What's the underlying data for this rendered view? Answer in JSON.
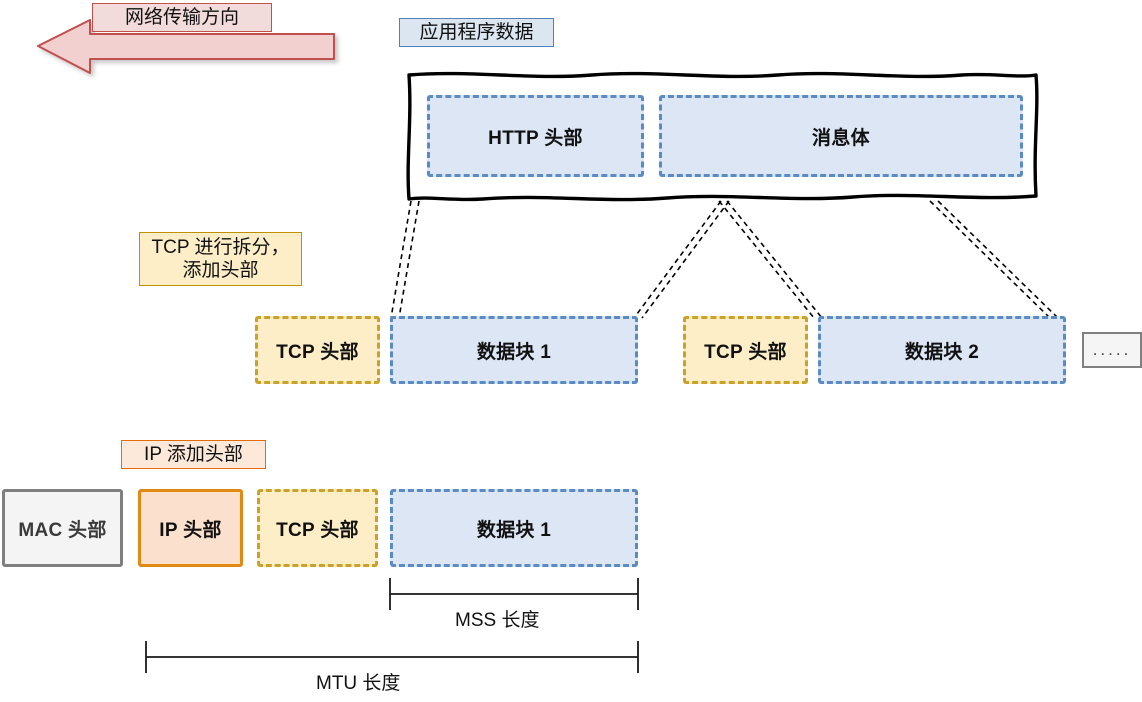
{
  "diagram": {
    "title_hidden": "TCP/IP 数据封装示意图",
    "direction_arrow": {
      "label": "网络传输方向",
      "color": "#f2dcdb",
      "border_color": "#c0504d",
      "points_to": "left"
    },
    "labels": {
      "app_data": "应用程序数据",
      "tcp_split": "TCP 进行拆分，\n添加头部",
      "ip_add_header": "IP 添加头部"
    },
    "layers": {
      "http": {
        "outer_label": "应用程序数据",
        "blocks": [
          {
            "text": "HTTP 头部",
            "style": "blue-dash"
          },
          {
            "text": "消息体",
            "style": "blue-dash"
          }
        ]
      },
      "tcp": {
        "note": "TCP 进行拆分，\n添加头部",
        "segments": [
          {
            "header": "TCP 头部",
            "payload": "数据块 1"
          },
          {
            "header": "TCP 头部",
            "payload": "数据块 2"
          }
        ],
        "ellipsis": "....."
      },
      "frame": {
        "note": "IP 添加头部",
        "blocks": [
          {
            "text": "MAC 头部",
            "style": "mac-solid"
          },
          {
            "text": "IP 头部",
            "style": "ip-solid"
          },
          {
            "text": "TCP 头部",
            "style": "yellow-dash"
          },
          {
            "text": "数据块 1",
            "style": "blue-dash"
          }
        ]
      }
    },
    "measurements": [
      {
        "name": "mss",
        "label": "MSS 长度"
      },
      {
        "name": "mtu",
        "label": "MTU 长度"
      }
    ],
    "colors": {
      "blue_fill": "#dce6f5",
      "blue_stroke": "#5b8bc4",
      "yellow_fill": "#fdeec8",
      "yellow_stroke": "#c9a227",
      "orange_fill": "#fbe1cd",
      "orange_stroke": "#e08a14",
      "gray_fill": "#f4f4f4",
      "gray_stroke": "#7f7f7f",
      "pink_fill": "#f2dcdb",
      "pink_stroke": "#c0504d"
    }
  }
}
